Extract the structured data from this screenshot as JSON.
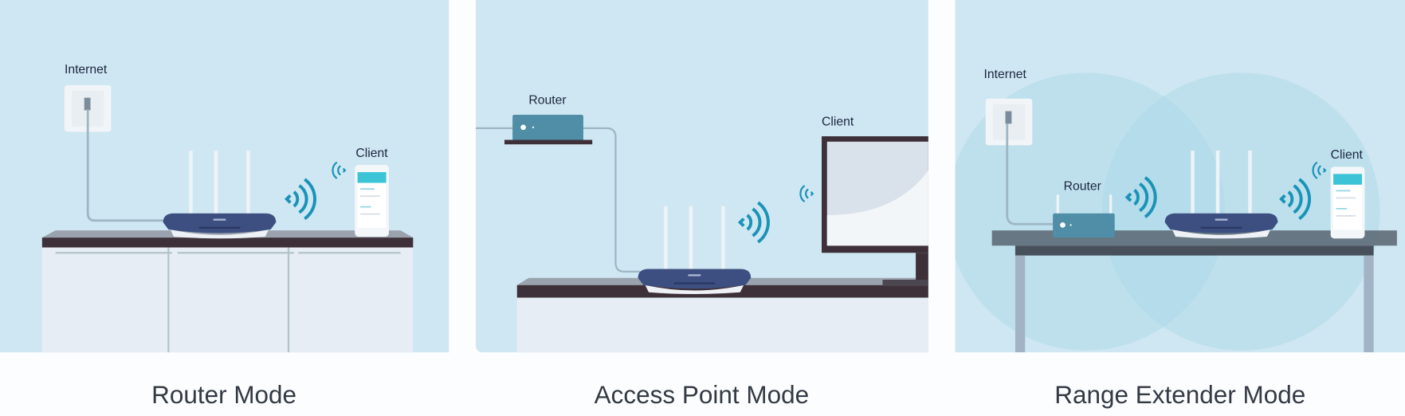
{
  "panels": [
    {
      "caption": "Router Mode",
      "labels": {
        "internet": "Internet",
        "client": "Client"
      }
    },
    {
      "caption": "Access Point Mode",
      "labels": {
        "router": "Router",
        "client": "Client"
      }
    },
    {
      "caption": "Range Extender Mode",
      "labels": {
        "internet": "Internet",
        "router": "Router",
        "client": "Client"
      }
    }
  ],
  "colors": {
    "sky": "#cfe7f2",
    "wifi": "#1a93b8",
    "router": "#3d4f80",
    "counter_dark": "#3e3039",
    "cabinet": "#e6edf4"
  }
}
